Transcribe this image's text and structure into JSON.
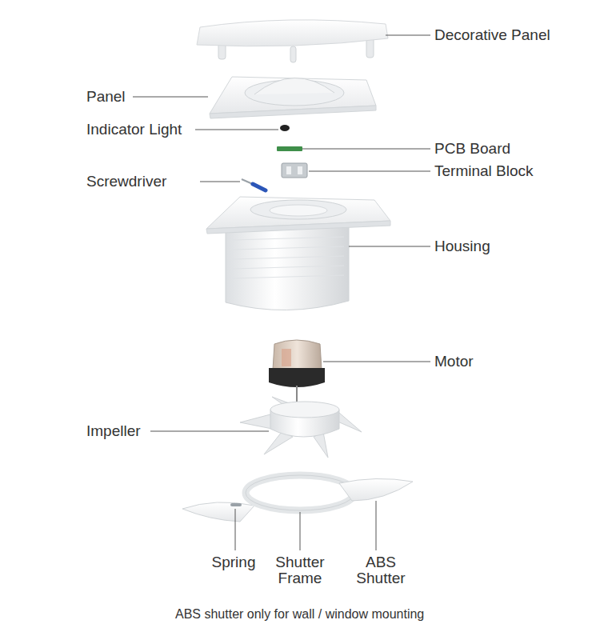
{
  "diagram": {
    "caption": "ABS shutter only for wall / window mounting",
    "labels": [
      "Decorative Panel",
      "Panel",
      "Indicator Light",
      "PCB Board",
      "Terminal Block",
      "Screwdriver",
      "Housing",
      "Motor",
      "Impeller",
      "Spring",
      "Shutter Frame",
      "ABS Shutter"
    ]
  }
}
